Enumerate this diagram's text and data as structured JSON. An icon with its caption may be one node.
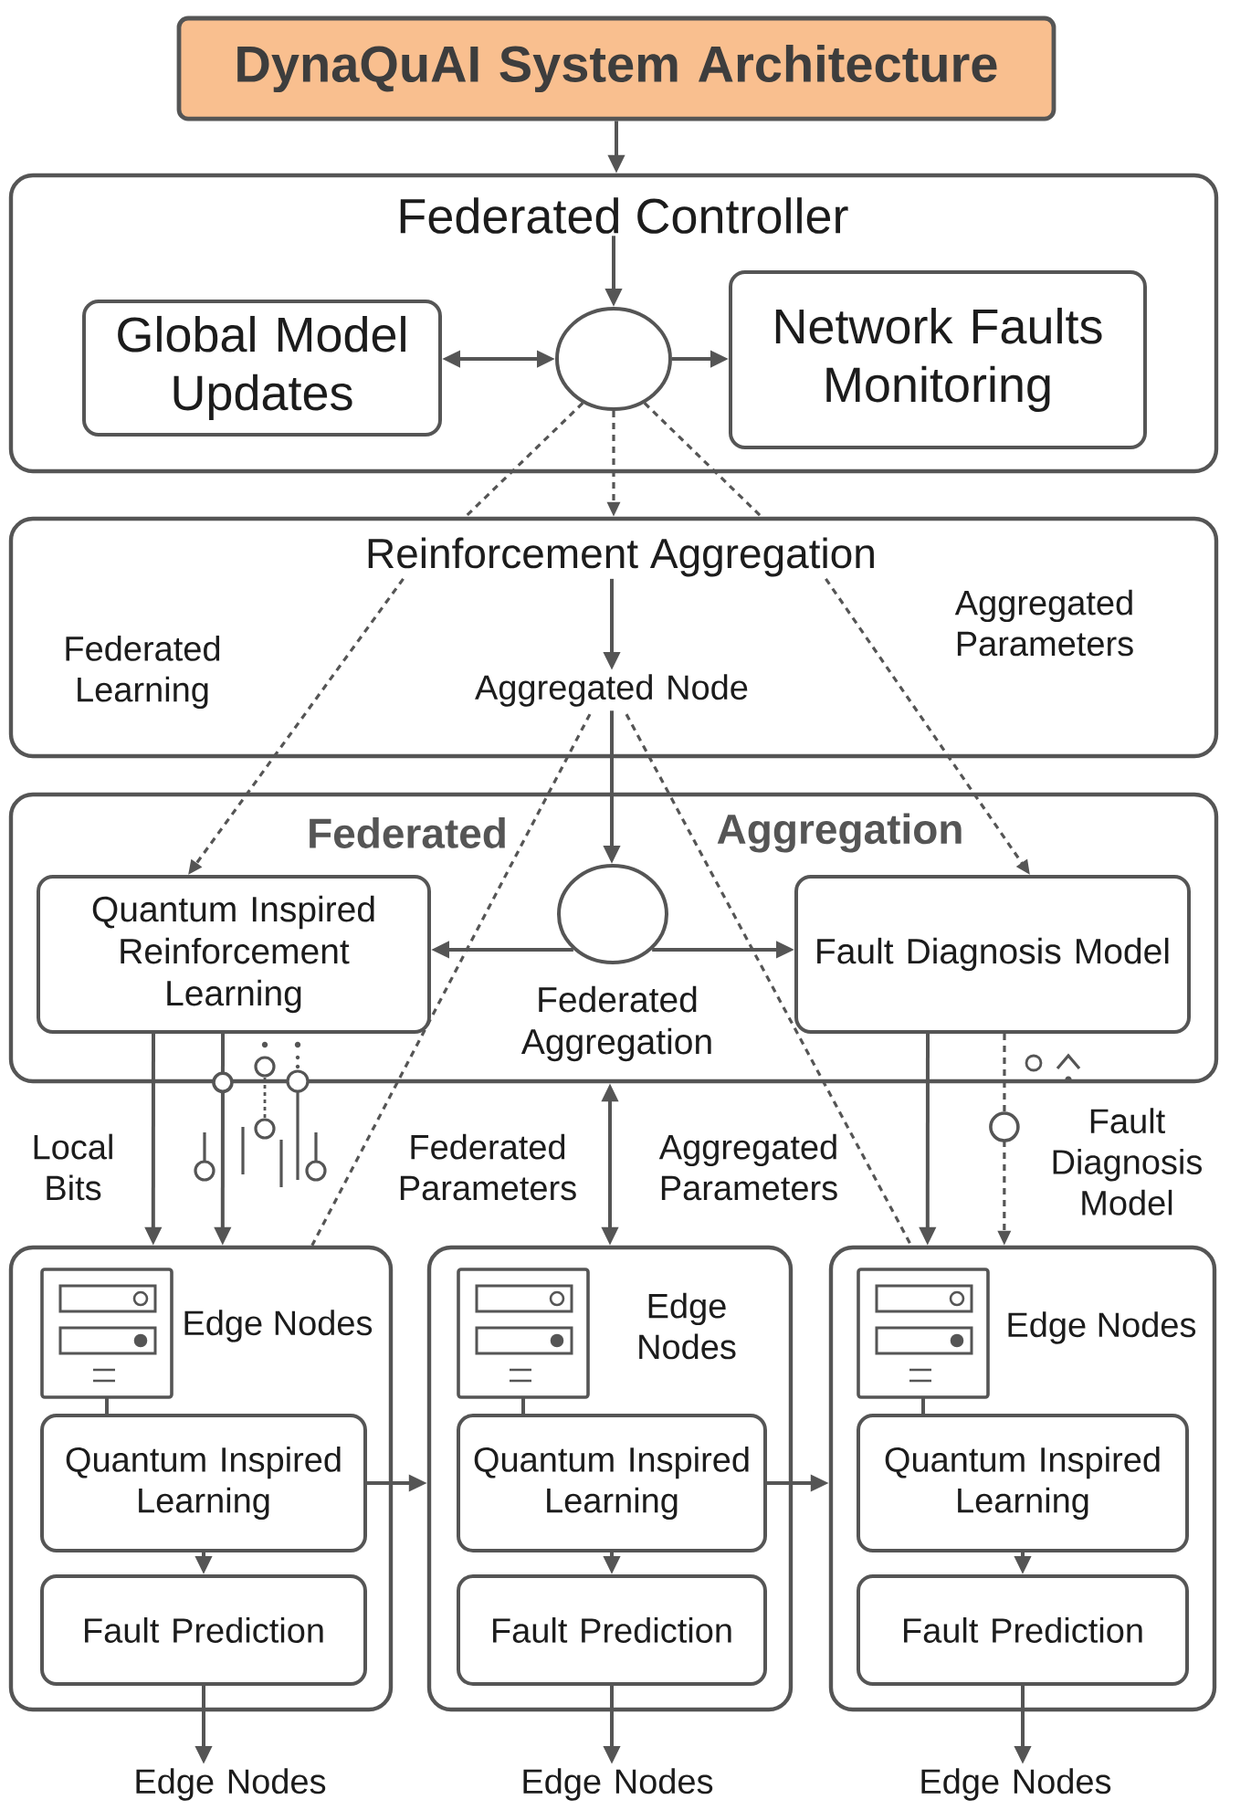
{
  "diagram": {
    "nodes": [
      {
        "text": [
          "DynaQuAI System Architecture"
        ]
      },
      {
        "text": [
          "Federated Controller"
        ]
      },
      {
        "text": [
          "Global Model Updates"
        ],
        "in": 1
      },
      {
        "text": [],
        "shape": "circle",
        "in": 1
      },
      {
        "text": [
          "Network Faults Monitoring"
        ],
        "in": 1
      },
      {
        "text": [
          "Reinforcement Aggregation"
        ]
      },
      {
        "text": [
          "Aggregated Node"
        ],
        "in": 5
      },
      {
        "text": [
          "Federated",
          "Aggregation"
        ]
      },
      {
        "text": [
          "Quantum Inspired Reinforcement Learning"
        ],
        "in": 7
      },
      {
        "text": [],
        "shape": "circle",
        "in": 7,
        "beside": [
          "Federated Aggregation"
        ]
      },
      {
        "text": [
          "Fault Diagnosis Model"
        ],
        "in": 7
      },
      {
        "text": [
          "Edge Nodes"
        ]
      },
      {
        "text": [],
        "shape": "picture",
        "in": 11
      },
      {
        "text": [
          "Quantum Inspired Learning"
        ],
        "in": 11
      },
      {
        "text": [
          "Fault Prediction"
        ],
        "in": 11
      },
      {
        "text": [
          "Edge Nodes"
        ]
      },
      {
        "text": [],
        "shape": "picture",
        "in": 15
      },
      {
        "text": [
          "Quantum Inspired Learning"
        ],
        "in": 15
      },
      {
        "text": [
          "Fault Prediction"
        ],
        "in": 15
      },
      {
        "text": [
          "Edge Nodes"
        ]
      },
      {
        "text": [],
        "shape": "picture",
        "in": 19
      },
      {
        "text": [
          "Quantum Inspired Learning"
        ],
        "in": 19
      },
      {
        "text": [
          "Fault Prediction"
        ],
        "in": 19
      },
      {
        "text": [
          "Edge Nodes"
        ]
      },
      {
        "text": [
          "Edge Nodes"
        ]
      },
      {
        "text": [
          "Edge Nodes"
        ]
      }
    ],
    "edges": [
      {
        "from": 0,
        "to": 1,
        "arrow": "to"
      },
      {
        "from": 1,
        "to": 3,
        "arrow": "to"
      },
      {
        "from": 2,
        "to": 3,
        "arrow": "both"
      },
      {
        "from": 3,
        "to": 4,
        "arrow": "to"
      },
      {
        "from": 3,
        "to": 5,
        "arrow": "none",
        "style": "dashed"
      },
      {
        "from": 3,
        "to": 5,
        "arrow": "to",
        "style": "dashed"
      },
      {
        "from": 3,
        "to": 5,
        "arrow": "none",
        "style": "dashed"
      },
      {
        "from": 5,
        "to": 8,
        "arrow": "to",
        "style": "dashed"
      },
      {
        "from": 5,
        "to": 10,
        "arrow": "to",
        "style": "dashed"
      },
      {
        "from": 5,
        "to": 6,
        "arrow": "to"
      },
      {
        "from": 6,
        "to": 9,
        "arrow": "to"
      },
      {
        "from": 6,
        "to": 11,
        "arrow": "none",
        "style": "dashed"
      },
      {
        "from": 6,
        "to": 19,
        "arrow": "none",
        "style": "dashed"
      },
      {
        "from": 9,
        "to": 8,
        "arrow": "to"
      },
      {
        "from": 9,
        "to": 10,
        "arrow": "to"
      },
      {
        "from": 8,
        "to": 11,
        "arrow": "to"
      },
      {
        "from": 8,
        "to": 11,
        "arrow": "to"
      },
      {
        "from": 7,
        "to": 15,
        "arrow": "both"
      },
      {
        "from": 10,
        "to": 19,
        "arrow": "to"
      },
      {
        "from": 10,
        "to": 19,
        "arrow": "to",
        "style": "dashed"
      },
      {
        "from": 12,
        "to": 13,
        "arrow": "none"
      },
      {
        "from": 13,
        "to": 14,
        "arrow": "to"
      },
      {
        "from": 14,
        "to": 23,
        "arrow": "to"
      },
      {
        "from": 13,
        "to": 15,
        "arrow": "to"
      },
      {
        "from": 16,
        "to": 17,
        "arrow": "none"
      },
      {
        "from": 17,
        "to": 18,
        "arrow": "to"
      },
      {
        "from": 18,
        "to": 24,
        "arrow": "to"
      },
      {
        "from": 17,
        "to": 19,
        "arrow": "to"
      },
      {
        "from": 20,
        "to": 21,
        "arrow": "none"
      },
      {
        "from": 21,
        "to": 22,
        "arrow": "to"
      },
      {
        "from": 22,
        "to": 25,
        "arrow": "to"
      }
    ],
    "labels": [
      "Federated Learning",
      "Aggregated Parameters",
      "Local Bits",
      "Federated Parameters",
      "Aggregated Parameters",
      "Fault Diagnosis Model"
    ]
  }
}
